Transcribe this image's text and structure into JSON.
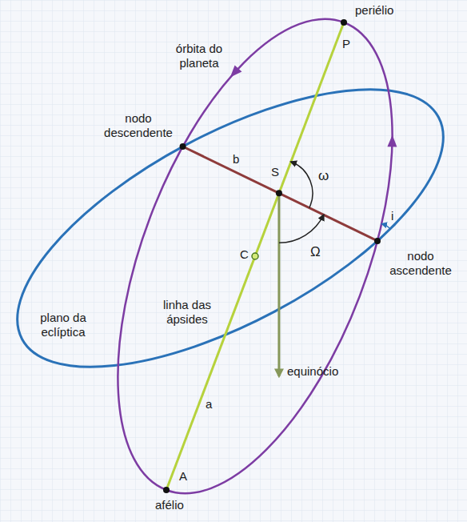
{
  "diagram": {
    "labels": [
      "periélio",
      "P",
      "órbita do planeta",
      "nodo descendente",
      "b",
      "S",
      "ω",
      "C",
      "Ω",
      "i",
      "nodo ascendente",
      "linha das ápsides",
      "plano da eclíptica",
      "a",
      "equinócio",
      "A",
      "afélio"
    ]
  }
}
